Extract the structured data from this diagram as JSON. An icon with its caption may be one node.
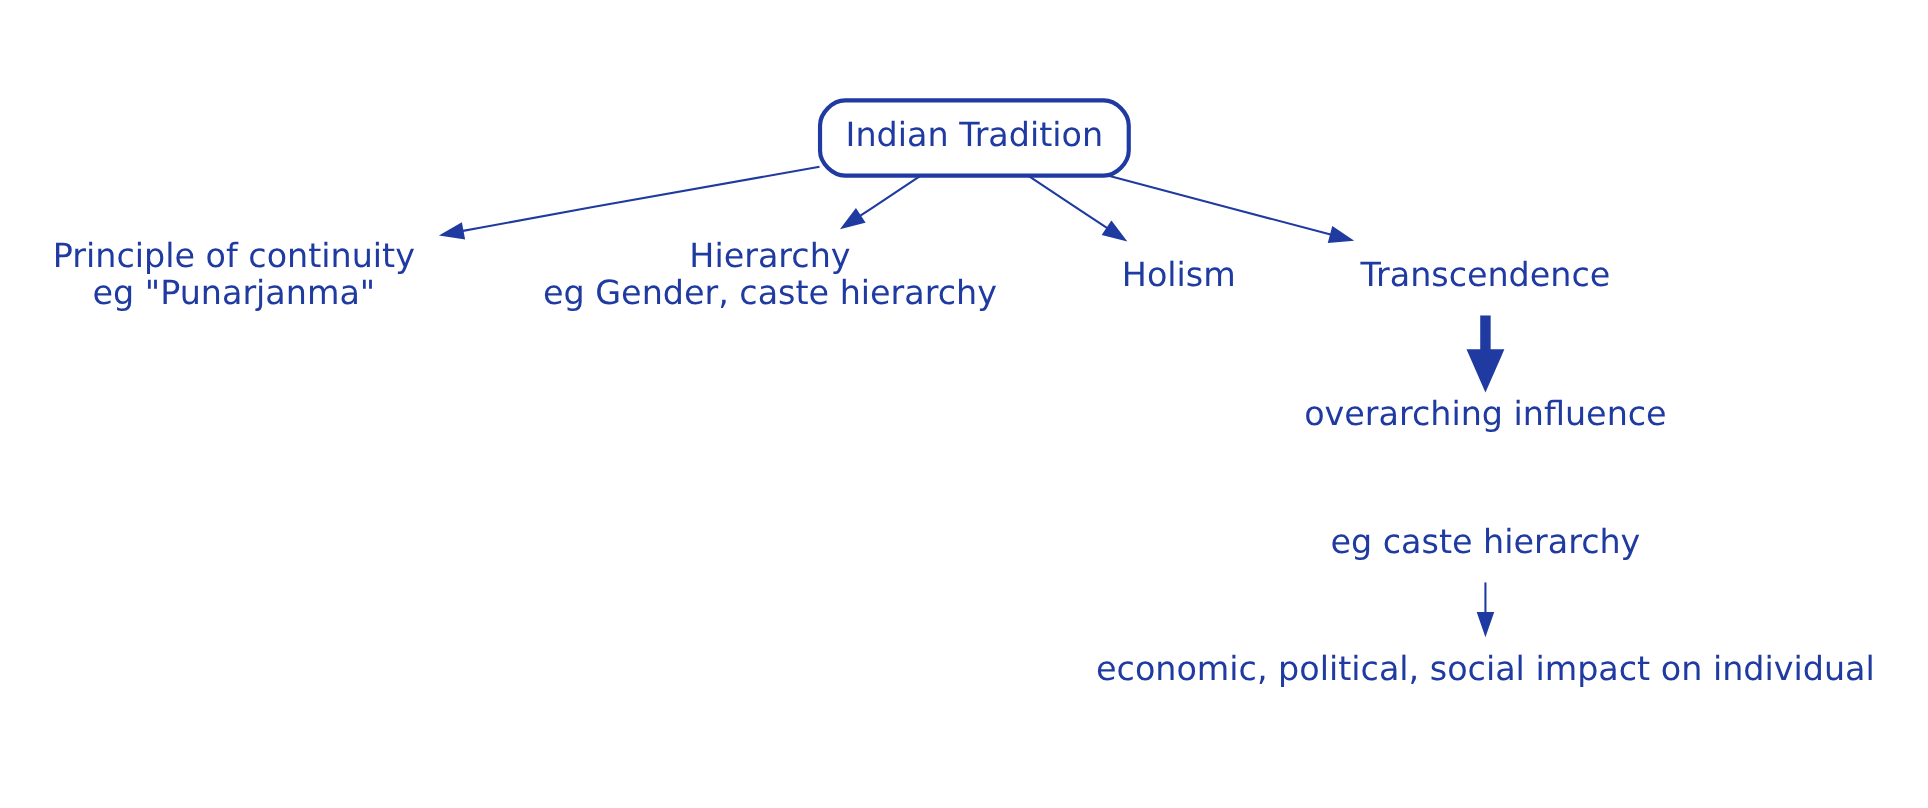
{
  "diagram": {
    "nodes": [
      {
        "text": [
          "Indian Tradition"
        ]
      },
      {
        "text": [
          "Principle of continuity",
          "eg \"Punarjanma\""
        ]
      },
      {
        "text": [
          "Hierarchy",
          "eg Gender, caste hierarchy"
        ]
      },
      {
        "text": [
          "Holism"
        ]
      },
      {
        "text": [
          "Transcendence"
        ]
      },
      {
        "text": [
          "overarching influence"
        ]
      },
      {
        "text": [
          "eg caste hierarchy"
        ]
      },
      {
        "text": [
          "economic, political, social impact on individual"
        ]
      }
    ],
    "edges": [
      {
        "from": 0,
        "to": 1,
        "arrow": "to"
      },
      {
        "from": 0,
        "to": 2,
        "arrow": "to"
      },
      {
        "from": 0,
        "to": 3,
        "arrow": "to"
      },
      {
        "from": 0,
        "to": 4,
        "arrow": "to"
      },
      {
        "from": 4,
        "to": 5,
        "arrow": "to",
        "style": "thick"
      },
      {
        "from": 6,
        "to": 7,
        "arrow": "to"
      }
    ]
  }
}
